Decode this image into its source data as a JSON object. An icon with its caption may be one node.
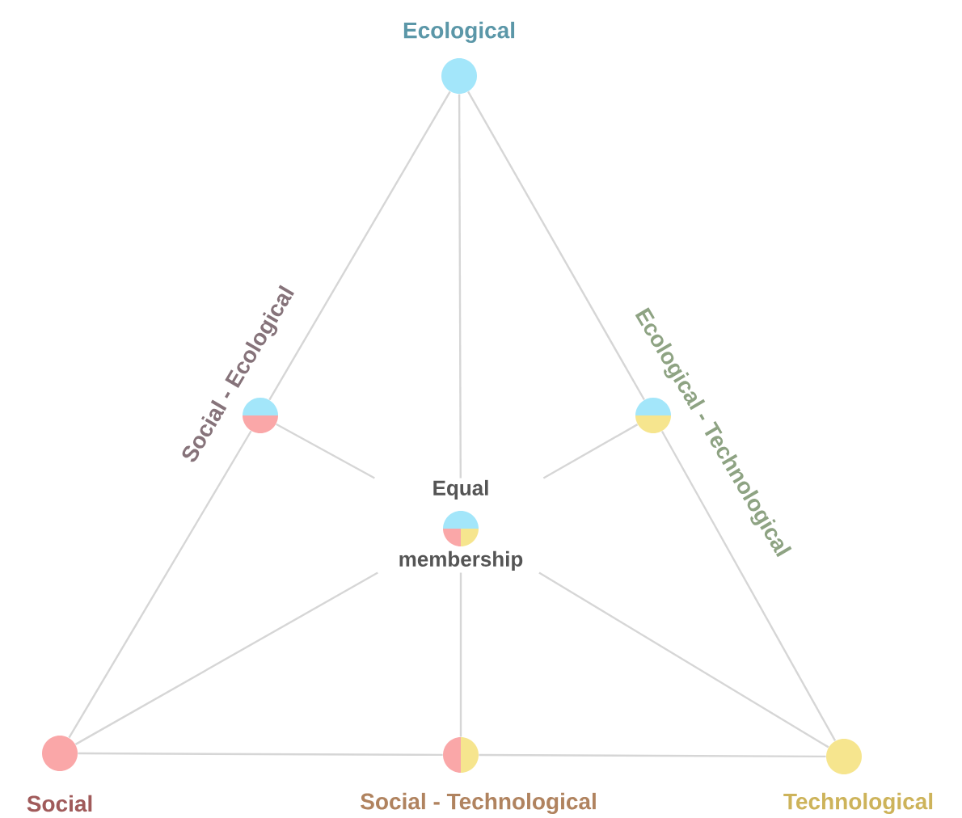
{
  "diagram": {
    "nodes": [
      {
        "text": [
          "Ecological"
        ]
      },
      {
        "text": [
          "Social - Ecological"
        ]
      },
      {
        "text": [
          "Ecological - Technological"
        ]
      },
      {
        "text": [
          "Equal membership"
        ]
      },
      {
        "text": [
          "Social"
        ]
      },
      {
        "text": [
          "Social - Technological"
        ]
      },
      {
        "text": [
          "Technological"
        ]
      }
    ],
    "edges": [
      {
        "from": 0,
        "to": 1,
        "arrow": "none"
      },
      {
        "from": 1,
        "to": 4,
        "arrow": "none"
      },
      {
        "from": 0,
        "to": 2,
        "arrow": "none"
      },
      {
        "from": 2,
        "to": 6,
        "arrow": "none"
      },
      {
        "from": 4,
        "to": 5,
        "arrow": "none"
      },
      {
        "from": 5,
        "to": 6,
        "arrow": "none"
      },
      {
        "from": 0,
        "to": 3,
        "arrow": "none"
      },
      {
        "from": 3,
        "to": 5,
        "arrow": "none"
      },
      {
        "from": 4,
        "to": 3,
        "arrow": "none"
      },
      {
        "from": 3,
        "to": 2,
        "arrow": "none"
      },
      {
        "from": 6,
        "to": 3,
        "arrow": "none"
      },
      {
        "from": 3,
        "to": 1,
        "arrow": "none"
      }
    ]
  }
}
